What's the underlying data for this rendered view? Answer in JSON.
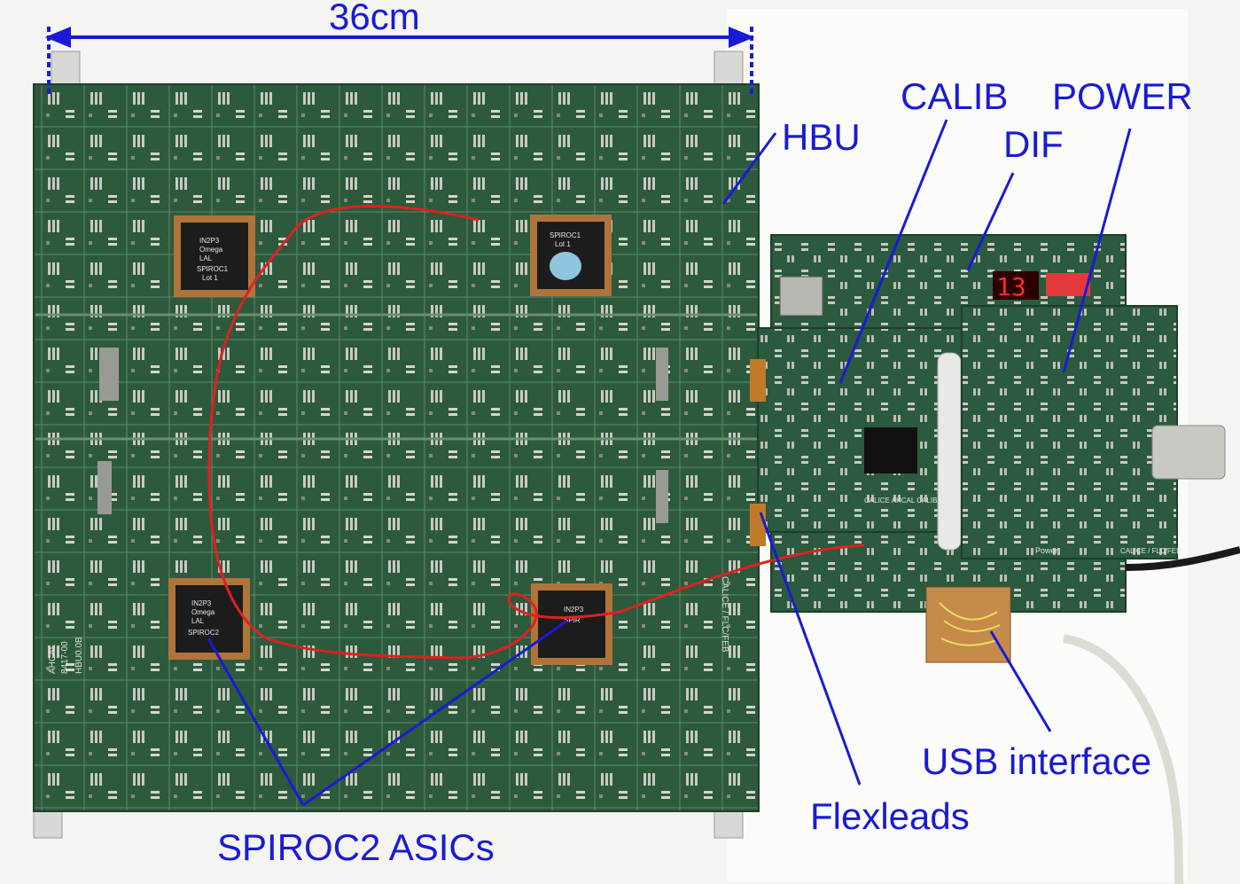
{
  "photo": {
    "colors": {
      "background": "#f4f4f2",
      "pcb": "#2d5a3d",
      "pcb_dark": "#22482f",
      "annotation": "#1a1ad6",
      "cable": "#e02020",
      "chip": "#1c1c1c",
      "chip_frame": "#b0743a"
    }
  },
  "annotations": {
    "dimension": "36cm",
    "hbu": "HBU",
    "calib": "CALIB",
    "power": "POWER",
    "dif": "DIF",
    "usb_interface": "USB interface",
    "flexleads": "Flexleads",
    "spiroc_asics": "SPIROC2 ASICs"
  },
  "chips": [
    {
      "lines": [
        "IN2P3",
        "Omega",
        "LAL",
        "SPIROC1",
        "Lot 1"
      ]
    },
    {
      "lines": [
        "SPIROC1",
        "Lot 1"
      ]
    },
    {
      "lines": [
        "IN2P3",
        "Omega",
        "LAL",
        "SPIROC2"
      ]
    },
    {
      "lines": [
        "IN2P3",
        "SPIR"
      ]
    }
  ],
  "board_print": {
    "side_text": "CALICE / FLC/FEB",
    "corner_text": [
      "AHCAL",
      "HBU0.0B",
      "8417-00"
    ],
    "calib_text": "CALICE AHCAL CALIB",
    "power_text": "Power",
    "power_side_text": "CALICE / FLC/FEB",
    "display": "13"
  }
}
